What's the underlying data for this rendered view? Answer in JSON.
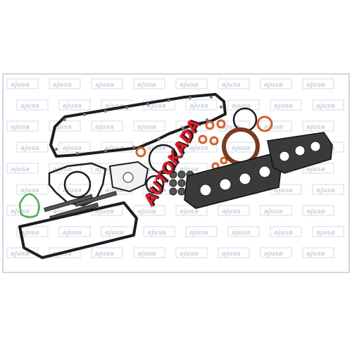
{
  "image": {
    "subject": "full engine gasket set",
    "watermark_text": "AJUSA",
    "stamp_text": "AUTOKADA",
    "colors": {
      "frame": "#9fb2c8",
      "watermark": "#c9d3de",
      "gasket": "#1d1d1d",
      "seal_orange": "#d4602e",
      "seal_green": "#4caf50",
      "stamp_red": "#e01b2a"
    }
  }
}
